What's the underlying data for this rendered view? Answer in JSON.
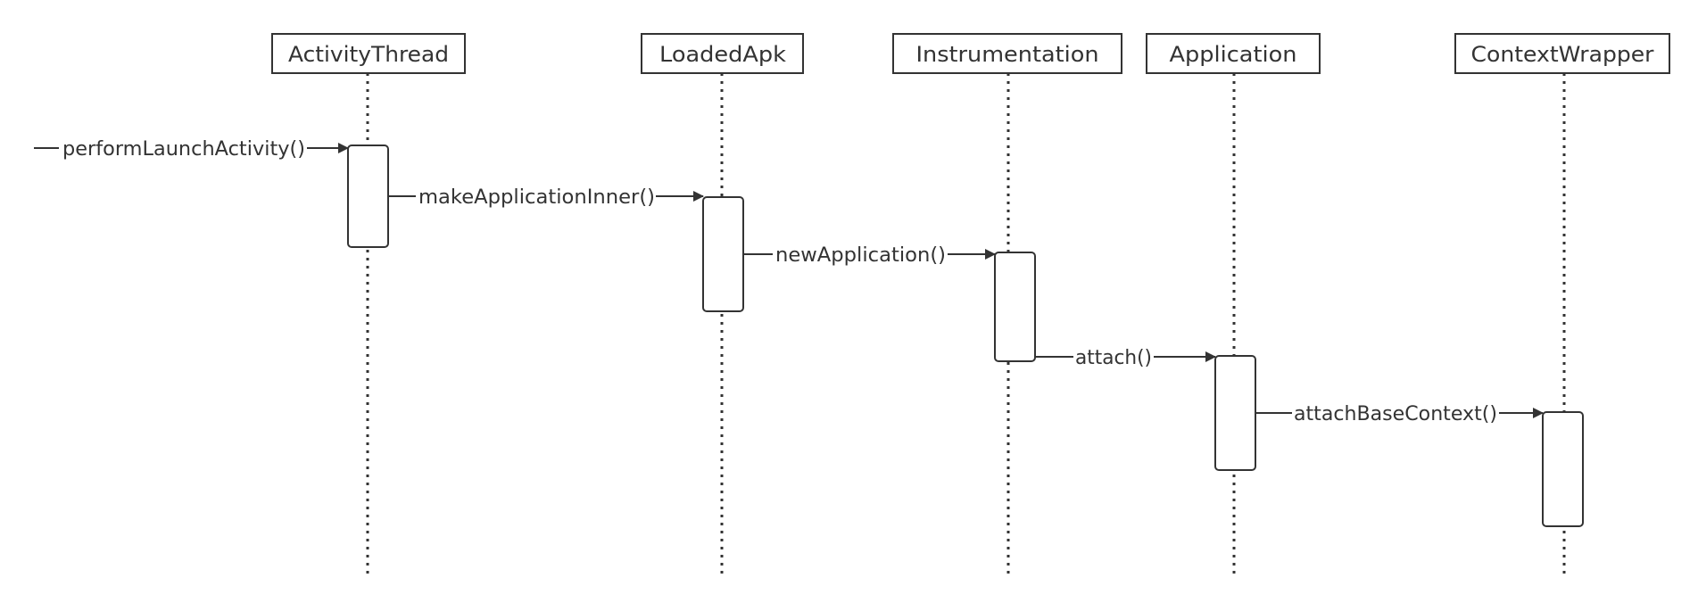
{
  "participants": [
    {
      "id": "activity-thread",
      "name": "ActivityThread"
    },
    {
      "id": "loaded-apk",
      "name": "LoadedApk"
    },
    {
      "id": "instrumentation",
      "name": "Instrumentation"
    },
    {
      "id": "application",
      "name": "Application"
    },
    {
      "id": "context-wrapper",
      "name": "ContextWrapper"
    }
  ],
  "messages": [
    {
      "id": "perform-launch-activity",
      "label": "performLaunchActivity()",
      "from": null,
      "to": "activity-thread"
    },
    {
      "id": "make-application-inner",
      "label": "makeApplicationInner()",
      "from": "activity-thread",
      "to": "loaded-apk"
    },
    {
      "id": "new-application",
      "label": "newApplication()",
      "from": "loaded-apk",
      "to": "instrumentation"
    },
    {
      "id": "attach",
      "label": "attach()",
      "from": "instrumentation",
      "to": "application"
    },
    {
      "id": "attach-base-context",
      "label": "attachBaseContext()",
      "from": "application",
      "to": "context-wrapper"
    }
  ],
  "colors": {
    "line": "#333333",
    "background": "#ffffff"
  }
}
